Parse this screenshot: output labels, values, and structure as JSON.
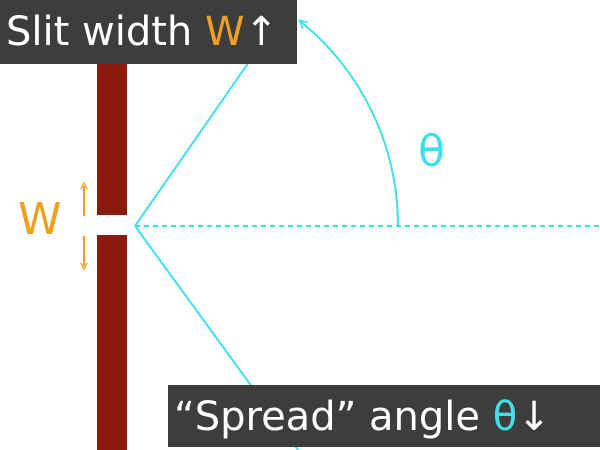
{
  "colors": {
    "barrier": "#8b1a0e",
    "ray": "#40e0e8",
    "accent": "#f0a020",
    "caption_bg": "#3d3d3d",
    "caption_text": "#ffffff"
  },
  "captions": {
    "top": {
      "text": "Slit width ",
      "var": "W",
      "arrow": "↑"
    },
    "bottom": {
      "text": "“Spread” angle ",
      "var": "θ",
      "arrow": "↓"
    }
  },
  "labels": {
    "slit": "W",
    "angle": "θ"
  },
  "icons": {
    "up": "up-arrow-icon",
    "down": "down-arrow-icon"
  }
}
